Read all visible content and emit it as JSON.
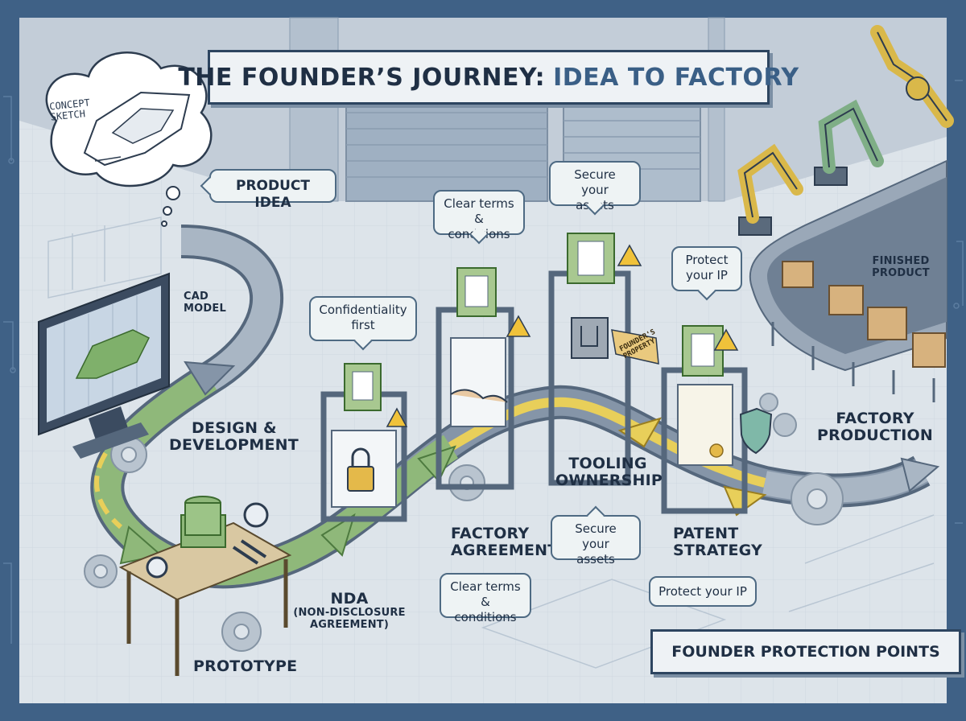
{
  "title": {
    "part1": "THE FOUNDER’S JOURNEY:",
    "part2": "IDEA TO FACTORY"
  },
  "concept_sketch": {
    "line1": "CONCEPT",
    "line2": "SKETCH"
  },
  "stages": {
    "product_idea": "PRODUCT IDEA",
    "cad_model": {
      "line1": "CAD",
      "line2": "MODEL"
    },
    "design": {
      "line1": "DESIGN &",
      "line2": "DEVELOPMENT"
    },
    "prototype": "PROTOTYPE",
    "nda": {
      "line1": "NDA",
      "line2": "(NON-DISCLOSURE",
      "line3": "AGREEMENT)"
    },
    "factory_agreement": {
      "line1": "FACTORY",
      "line2": "AGREEMENT"
    },
    "tooling": {
      "line1": "TOOLING",
      "line2": "OWNERSHIP"
    },
    "patent": {
      "line1": "PATENT",
      "line2": "STRATEGY"
    },
    "factory_production": {
      "line1": "FACTORY",
      "line2": "PRODUCTION"
    },
    "finished_product": {
      "line1": "FINISHED",
      "line2": "PRODUCT"
    }
  },
  "callouts": {
    "confidentiality": {
      "line1": "Confidentiality",
      "line2": "first"
    },
    "clear_terms_top": {
      "line1": "Clear terms",
      "line2": "& conditions"
    },
    "clear_terms_bottom": {
      "line1": "Clear terms",
      "line2": "& conditions"
    },
    "secure_top": {
      "line1": "Secure your",
      "line2": "assets"
    },
    "secure_bottom": {
      "line1": "Secure your",
      "line2": "assets"
    },
    "protect_top": {
      "line1": "Protect",
      "line2": "your IP"
    },
    "protect_bottom": "Protect your IP"
  },
  "tooling_tag": {
    "line1": "FOUNDER'S",
    "line2": "PROPERTY"
  },
  "legend": "FOUNDER PROTECTION POINTS",
  "colors": {
    "frame": "#3f6186",
    "floor": "#dde4ea",
    "path_green": "#8fb87a",
    "path_steel": "#8595a8",
    "path_yellow": "#e8cf5a",
    "gate_green": "#a8c890",
    "warning": "#f0c23a",
    "robot_yellow": "#d9b84a",
    "robot_green": "#7fae86",
    "box": "#d7b27e"
  },
  "icons": [
    "thought-cloud-icon",
    "monitor-icon",
    "table-icon",
    "magnifier-icon",
    "pliers-icon",
    "padlock-icon",
    "document-icon",
    "warning-icon",
    "handshake-icon",
    "mold-icon",
    "certificate-icon",
    "shield-icon",
    "gear-icon",
    "robot-arm-icon",
    "box-icon",
    "arrow-icon"
  ]
}
